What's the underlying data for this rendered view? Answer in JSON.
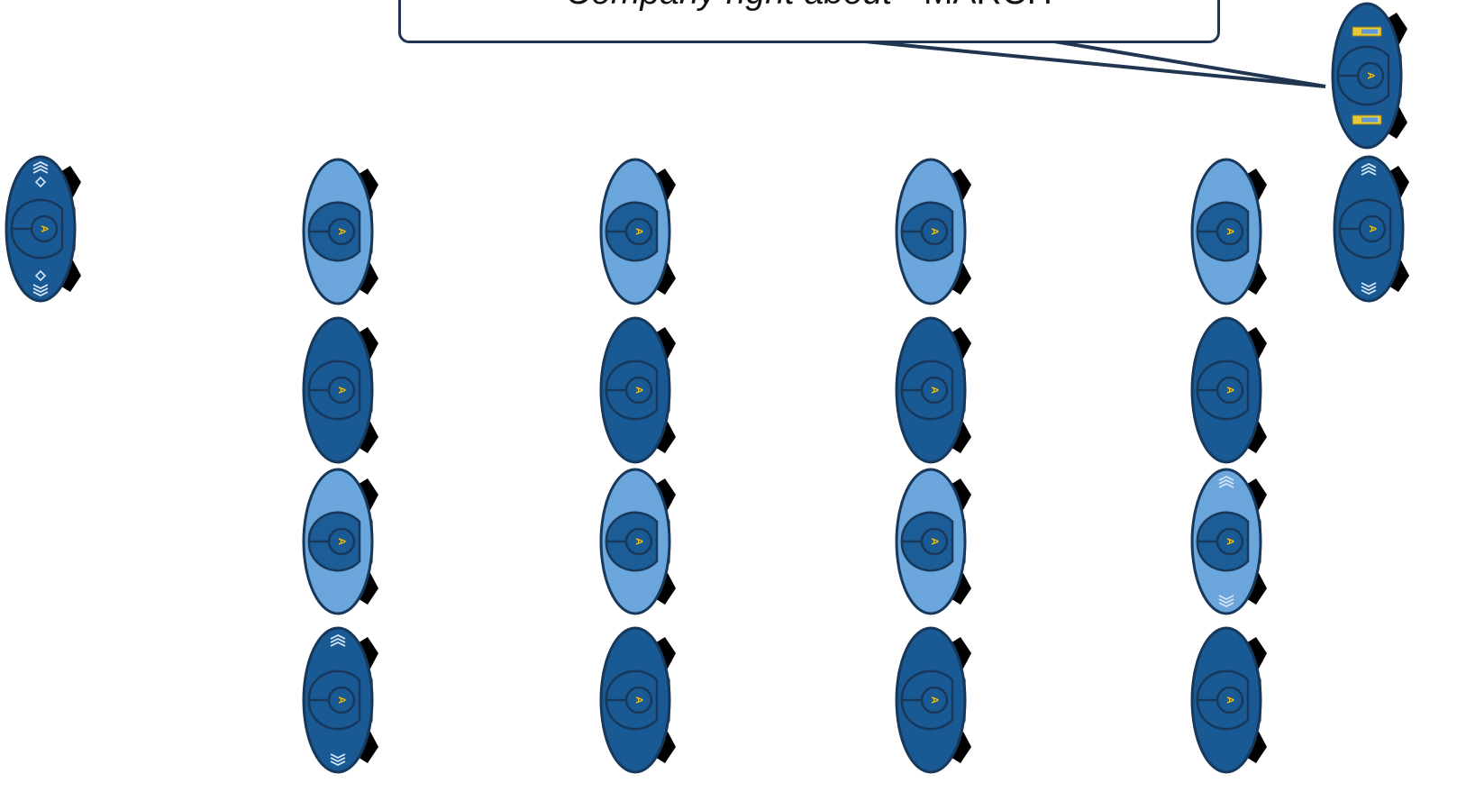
{
  "callout": {
    "command_italic": "Company right about",
    "separator": " - ",
    "command_type": "MARCH"
  },
  "figure": {
    "letter": "A",
    "colors": {
      "light": "#6aa5dc",
      "dark": "#1a5a94",
      "outline": "#17385a",
      "boot": "#000000",
      "letter": "#f2c014",
      "leader_line": "#1f3550",
      "insignia": "#d6e6f6",
      "rank_plate": "#e8c93a"
    },
    "soldiers": [
      {
        "id": "leader",
        "tone": "dark",
        "insignia": "chevrons-diamonds"
      },
      {
        "id": "commander",
        "tone": "dark",
        "insignia": "rank-plates"
      },
      {
        "id": "guide",
        "tone": "dark",
        "insignia": "chevrons-both"
      },
      {
        "id": "r1c1",
        "tone": "light",
        "insignia": "none"
      },
      {
        "id": "r1c2",
        "tone": "light",
        "insignia": "none"
      },
      {
        "id": "r1c3",
        "tone": "light",
        "insignia": "none"
      },
      {
        "id": "r1c4",
        "tone": "light",
        "insignia": "none"
      },
      {
        "id": "r2c1",
        "tone": "dark",
        "insignia": "none"
      },
      {
        "id": "r2c2",
        "tone": "dark",
        "insignia": "none"
      },
      {
        "id": "r2c3",
        "tone": "dark",
        "insignia": "none"
      },
      {
        "id": "r2c4",
        "tone": "dark",
        "insignia": "none"
      },
      {
        "id": "r3c1",
        "tone": "light",
        "insignia": "none"
      },
      {
        "id": "r3c2",
        "tone": "light",
        "insignia": "none"
      },
      {
        "id": "r3c3",
        "tone": "light",
        "insignia": "none"
      },
      {
        "id": "r3c4",
        "tone": "light",
        "insignia": "chevrons-both"
      },
      {
        "id": "r4c1",
        "tone": "dark",
        "insignia": "chevrons-both"
      },
      {
        "id": "r4c2",
        "tone": "dark",
        "insignia": "none"
      },
      {
        "id": "r4c3",
        "tone": "dark",
        "insignia": "none"
      },
      {
        "id": "r4c4",
        "tone": "dark",
        "insignia": "none"
      }
    ]
  }
}
